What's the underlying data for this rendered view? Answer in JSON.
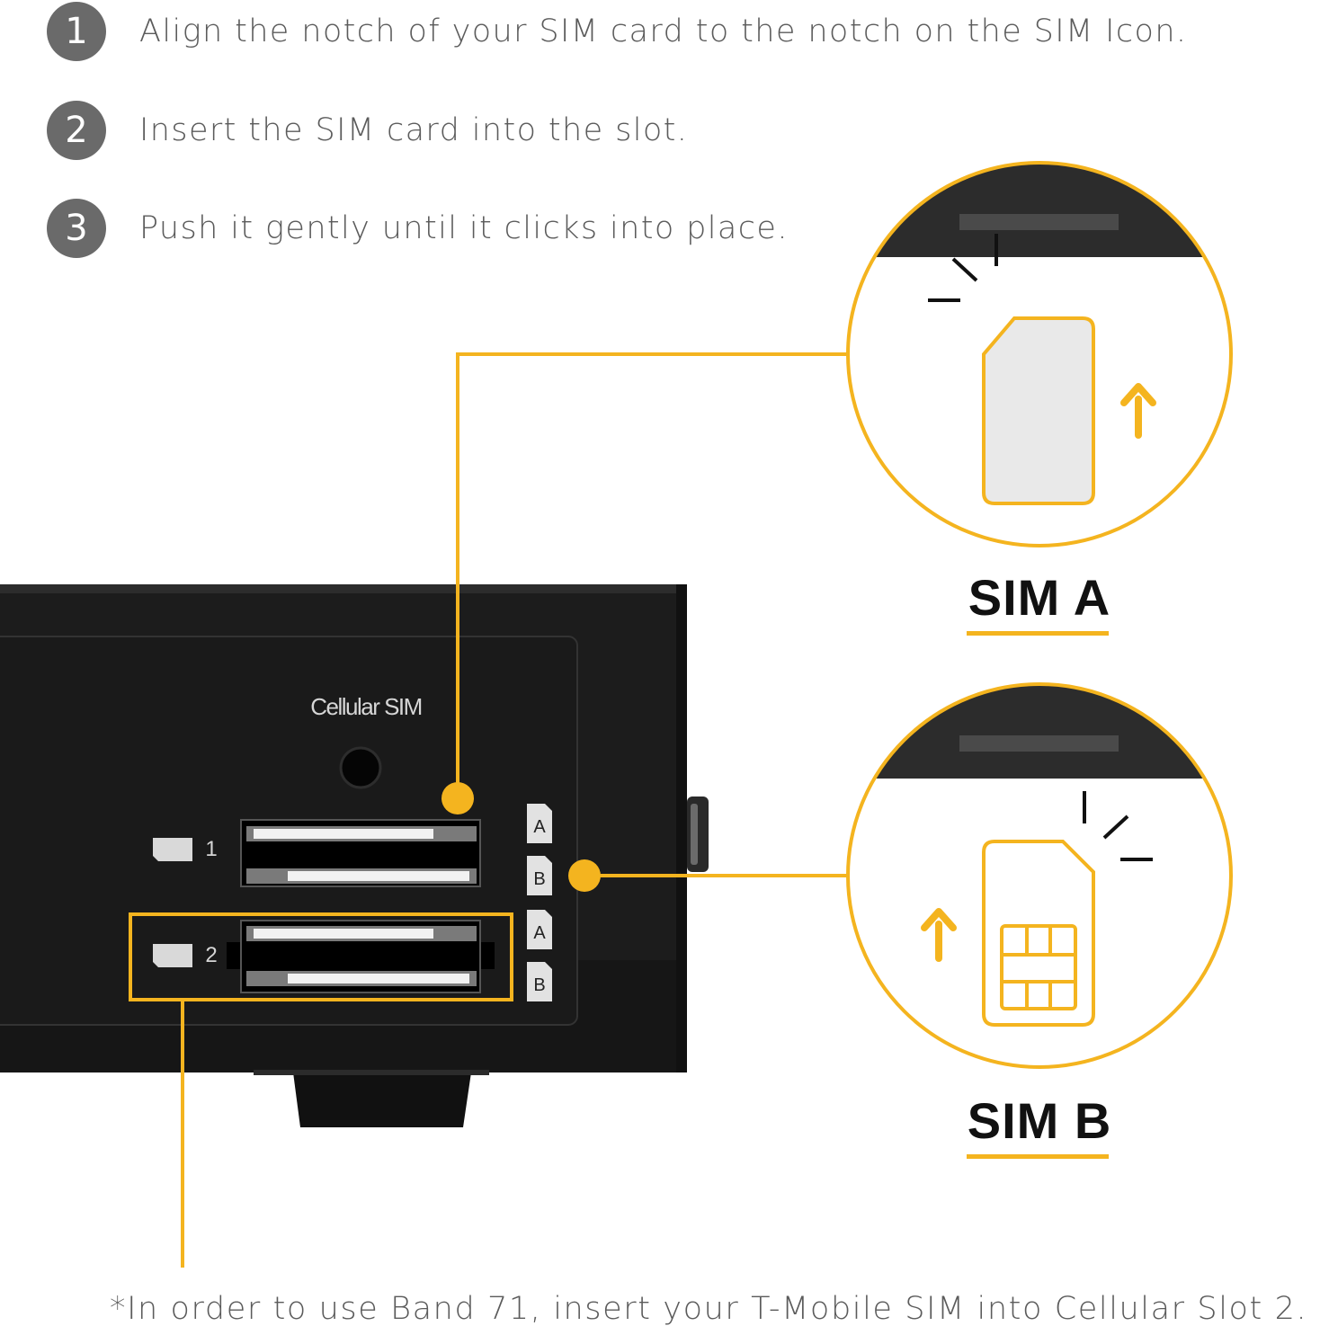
{
  "steps": [
    {
      "number": "1",
      "text": "Align the notch of your SIM card to the notch on the SIM Icon."
    },
    {
      "number": "2",
      "text": "Insert the SIM card into the slot."
    },
    {
      "number": "3",
      "text": "Push it gently until it clicks into place."
    }
  ],
  "device": {
    "panel_label": "Cellular SIM",
    "slot_1_number": "1",
    "slot_2_number": "2",
    "tabs": [
      "A",
      "B",
      "A",
      "B"
    ]
  },
  "callouts": {
    "sim_a_label": "SIM A",
    "sim_b_label": "SIM B"
  },
  "footnote": "*In order to use Band 71, insert your T-Mobile SIM into Cellular Slot 2.",
  "colors": {
    "accent": "#f4b41f",
    "device_body": "#1c1c1c",
    "step_badge": "#6a6a6a",
    "sim_card_fill": "#e9e9e9"
  },
  "icons": [
    "arrow-up-icon",
    "sim-chip-icon",
    "click-burst-icon"
  ]
}
